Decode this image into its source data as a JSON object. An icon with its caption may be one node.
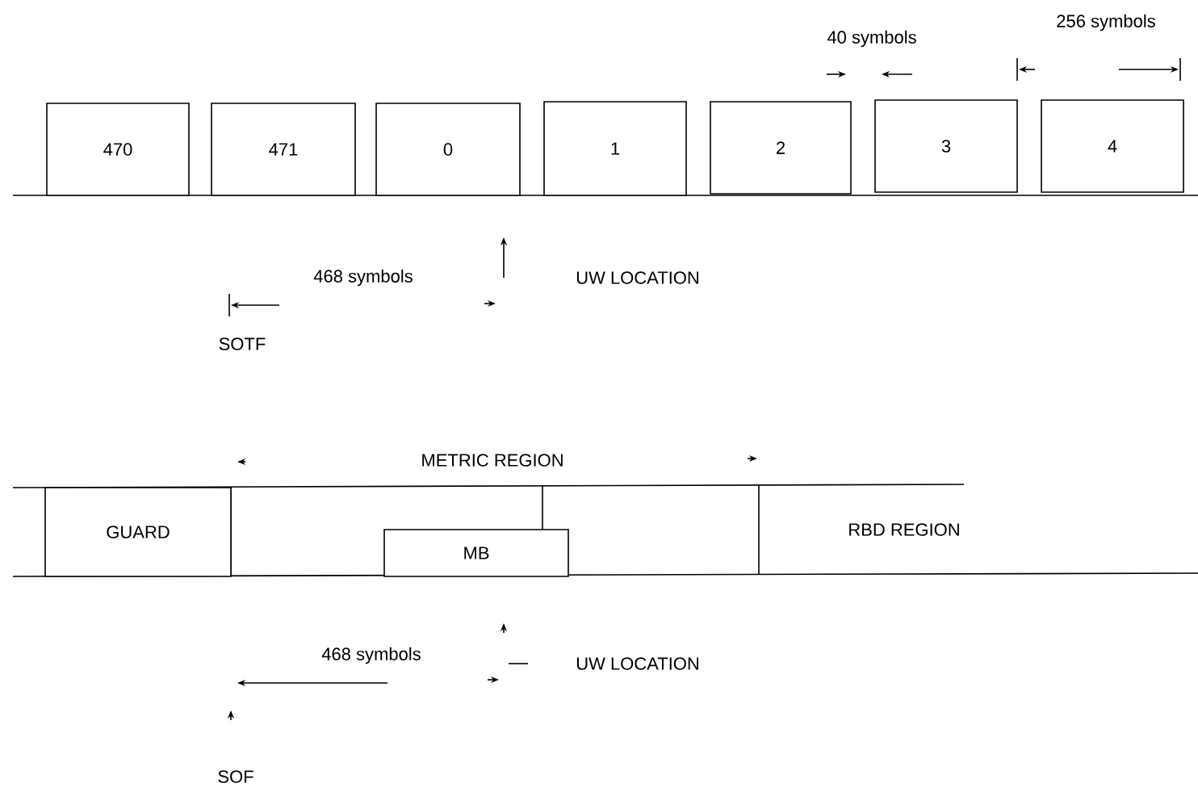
{
  "diagram": {
    "nodes": [
      {
        "text": [
          "470"
        ]
      },
      {
        "text": [
          "471"
        ]
      },
      {
        "text": [
          "0"
        ]
      },
      {
        "text": [
          "1"
        ]
      },
      {
        "text": [
          "2"
        ]
      },
      {
        "text": [
          "3"
        ]
      },
      {
        "text": [
          "4"
        ]
      },
      {
        "text": [
          "GUARD"
        ]
      },
      {
        "text": [
          "MB"
        ]
      },
      {
        "text": [
          "RBD REGION"
        ]
      }
    ],
    "labels": [
      "40 symbols",
      "256 symbols",
      "468 symbols",
      "UW LOCATION",
      "SOTF",
      "METRIC REGION",
      "468 symbols",
      "UW LOCATION",
      "SOF"
    ]
  }
}
